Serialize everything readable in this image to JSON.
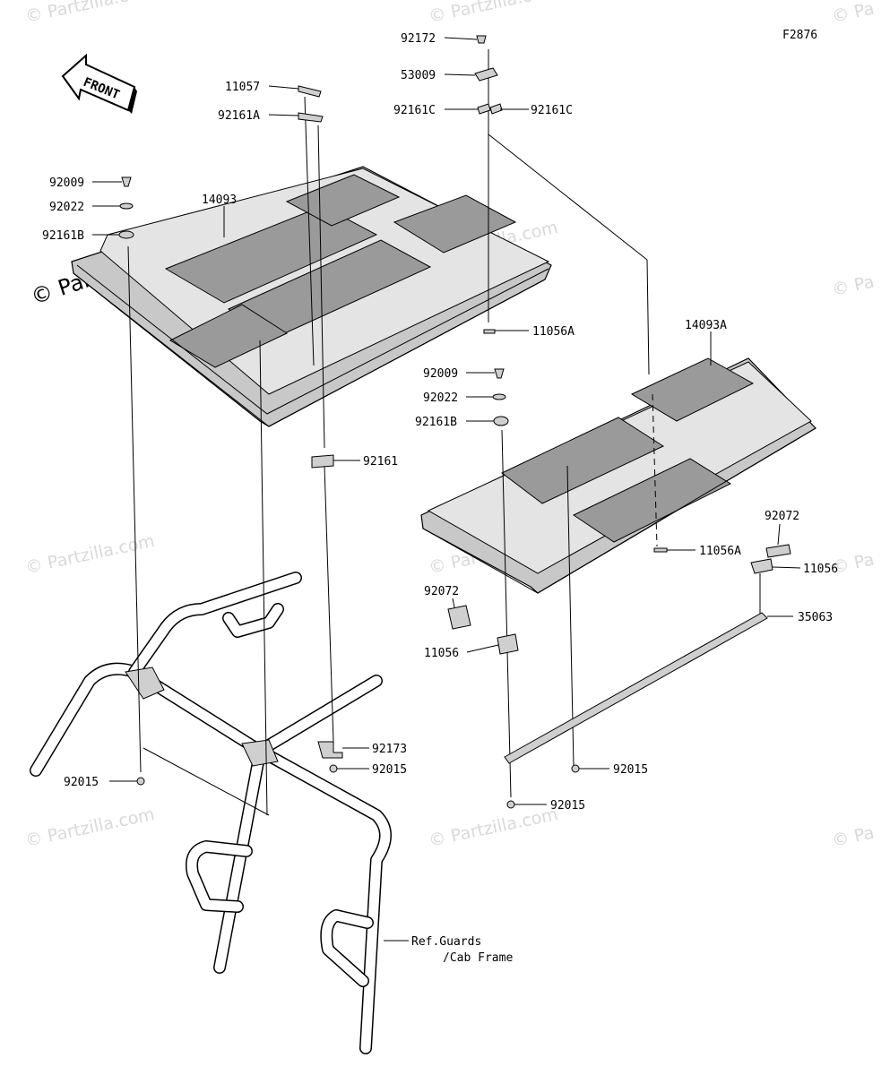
{
  "diagram_code": "F2876",
  "front_label": "FRONT",
  "watermark_main": "© Partzilla.com",
  "watermark_small": "© Partzilla.com",
  "watermark_edge": "© Pa",
  "ref_label_line1": "Ref.Guards",
  "ref_label_line2": "/Cab Frame",
  "callouts": [
    "92172",
    "53009",
    "92161C",
    "92161C",
    "11057",
    "92161A",
    "92009",
    "92022",
    "92161B",
    "14093",
    "11056A",
    "92009",
    "92022",
    "92161B",
    "14093A",
    "92161",
    "11056A",
    "92072",
    "11056",
    "92072",
    "35063",
    "11056",
    "92173",
    "92015",
    "92015",
    "92015",
    "92015"
  ]
}
